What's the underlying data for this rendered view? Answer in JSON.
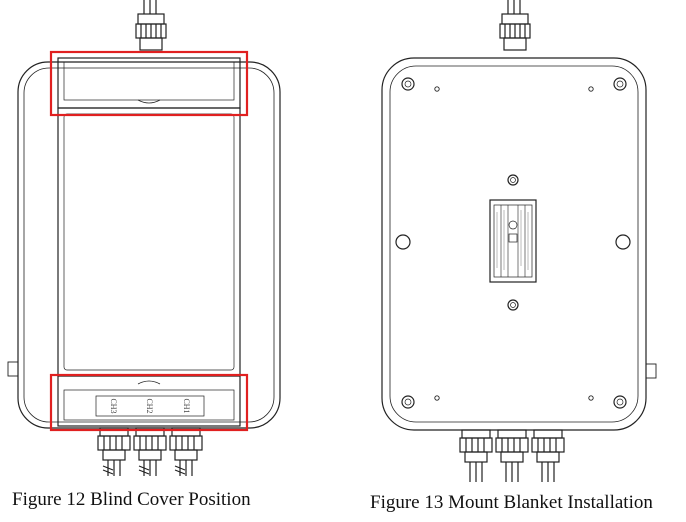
{
  "figure12": {
    "caption": "Figure 12 Blind Cover Position",
    "port_labels": [
      "CH3",
      "CH2",
      "CH1"
    ],
    "highlight_color": "#e02020"
  },
  "figure13": {
    "caption": "Figure 13 Mount Blanket Installation"
  }
}
